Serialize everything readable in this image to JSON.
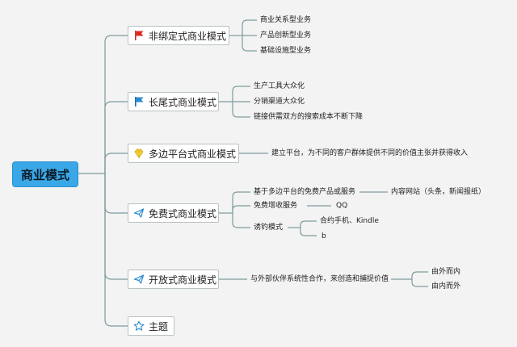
{
  "root": "商业模式",
  "branches": [
    {
      "label": "非绑定式商业模式",
      "icon": "red-flag-icon",
      "children": [
        "商业关系型业务",
        "产品创新型业务",
        "基础设施型业务"
      ]
    },
    {
      "label": "长尾式商业模式",
      "icon": "blue-flag-icon",
      "children": [
        "生产工具大众化",
        "分销渠道大众化",
        "链接供需双方的搜索成本不断下降"
      ]
    },
    {
      "label": "多边平台式商业模式",
      "icon": "yellow-gem-icon",
      "children": [
        "建立平台，为不同的客户群体提供不同的价值主张并获得收入"
      ]
    },
    {
      "label": "免费式商业模式",
      "icon": "paper-plane-icon",
      "children": [
        "基于多边平台的免费产品或服务",
        "免费增收服务",
        "诱钓模式"
      ],
      "grandchildren": {
        "content_site": "内容网站（头条，新闻报纸）",
        "qq": "QQ",
        "kindle_1": "合约手机、Kindle",
        "kindle_2": "b"
      }
    },
    {
      "label": "开放式商业模式",
      "icon": "paper-plane-icon",
      "children": [
        "与外部伙伴系统性合作，来创造和捕捉价值"
      ],
      "grandchildren": {
        "outside_in": "由外而内",
        "inside_out": "由内而外"
      }
    },
    {
      "label": "主题",
      "icon": "star-icon",
      "children": []
    }
  ],
  "colors": {
    "root": "#3aa8e6",
    "line": "#7f9a9f",
    "background": "#f3f3f3"
  }
}
